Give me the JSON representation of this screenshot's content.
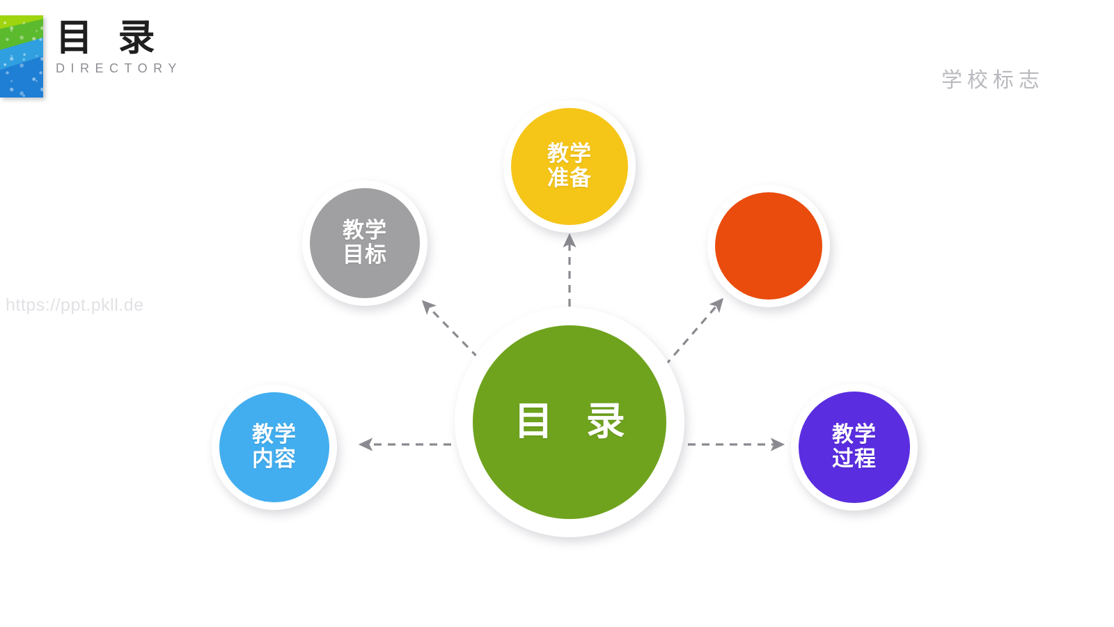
{
  "header": {
    "title_cn": "目 录",
    "title_en": "DIRECTORY",
    "logo_icon": "gradient-fan-logo-icon",
    "school_logo_text": "学校标志"
  },
  "watermark": {
    "text": "https://ppt.pkll.de"
  },
  "diagram": {
    "type": "hub-and-spoke",
    "center": {
      "label": "目 录",
      "color": "#6fa31e",
      "ring_color": "#ffffff"
    },
    "nodes": [
      {
        "id": "prep",
        "label": "教学\n准备",
        "color": "#f5c518",
        "ring_color": "#ffffff",
        "position": "top"
      },
      {
        "id": "goal",
        "label": "教学\n目标",
        "color": "#a0a0a2",
        "ring_color": "#ffffff",
        "position": "upper-left"
      },
      {
        "id": "orange",
        "label": "",
        "color": "#ea4c0d",
        "ring_color": "#ffffff",
        "position": "upper-right"
      },
      {
        "id": "content",
        "label": "教学\n内容",
        "color": "#42aef0",
        "ring_color": "#ffffff",
        "position": "lower-left"
      },
      {
        "id": "process",
        "label": "教学\n过程",
        "color": "#5a2de0",
        "ring_color": "#ffffff",
        "position": "lower-right"
      }
    ],
    "connectors": {
      "style": "dashed-arrow",
      "color": "#8a8a90",
      "count": 5
    }
  },
  "colors": {
    "background": "#ffffff",
    "title": "#1f1f1f",
    "subtitle": "#8d8d93",
    "muted": "#b9b9bf",
    "watermark": "#e2e2e6"
  }
}
